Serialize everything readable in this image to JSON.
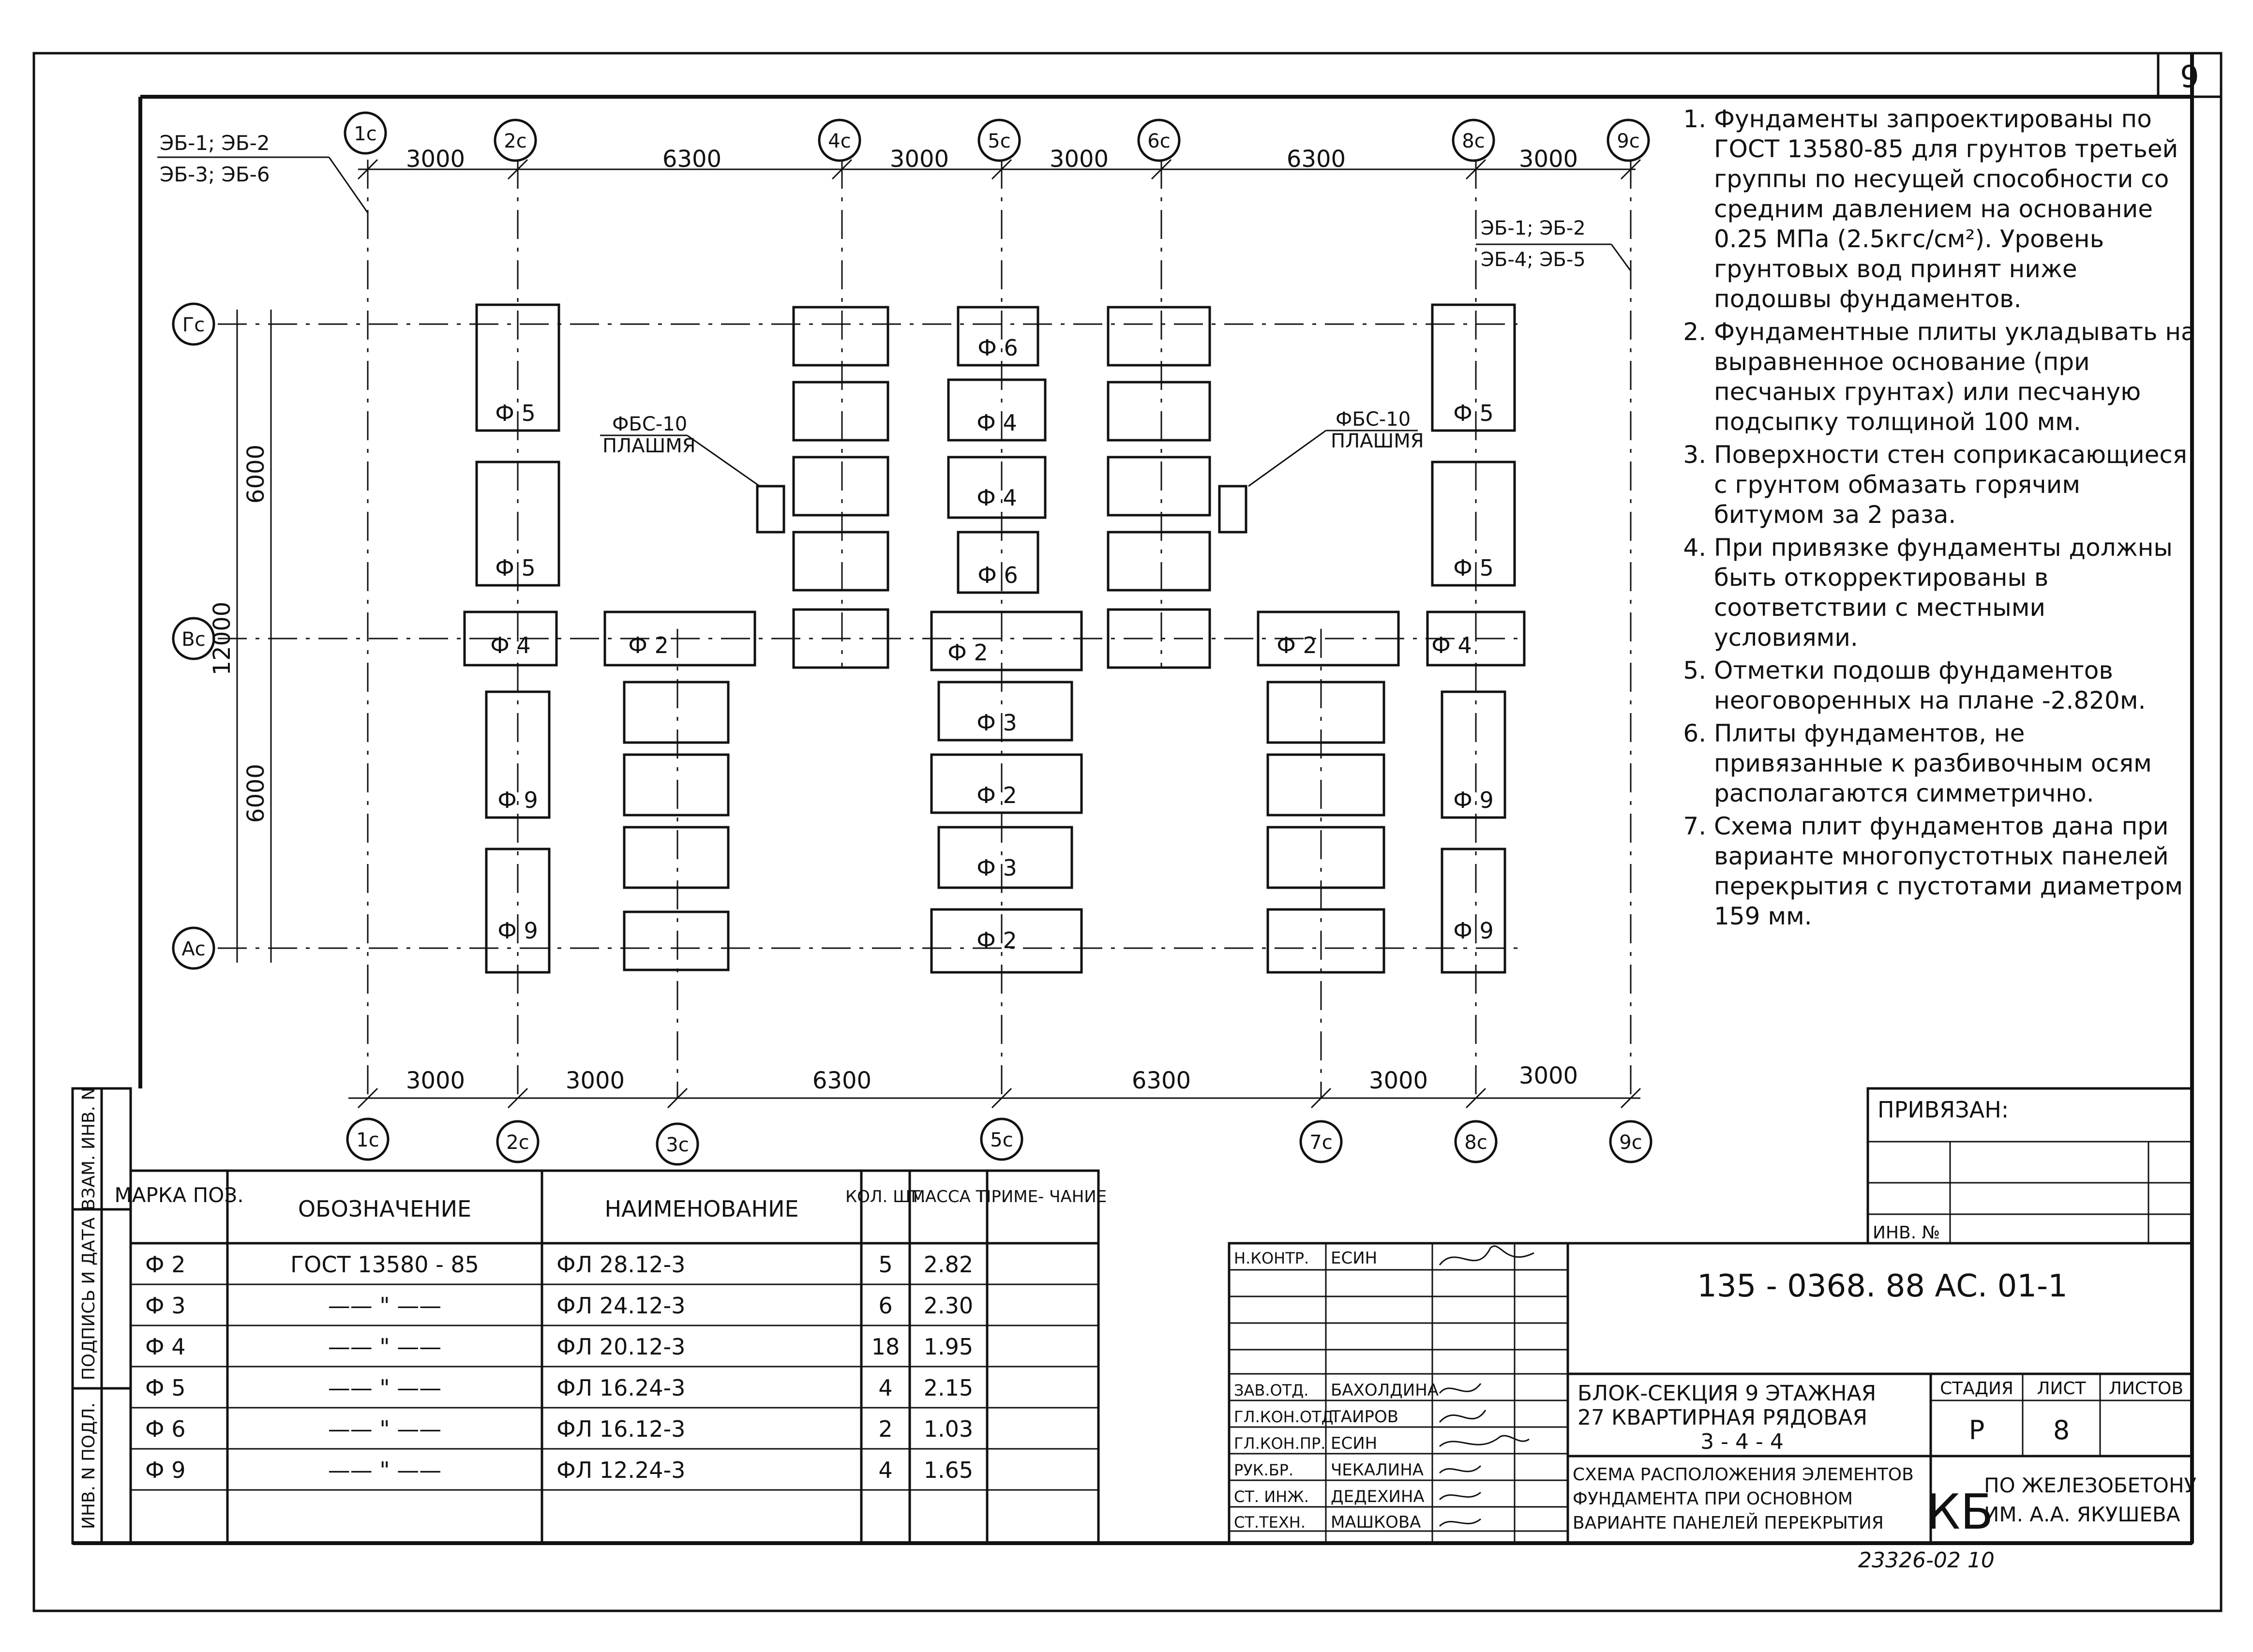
{
  "sheet_number": "9",
  "top_left_label": [
    "ЭБ-1; ЭБ-2",
    "ЭБ-3; ЭБ-6"
  ],
  "top_right_label": [
    "ЭБ-1; ЭБ-2",
    "ЭБ-4; ЭБ-5"
  ],
  "axes_top": [
    "1c",
    "2c",
    "4c",
    "5c",
    "6c",
    "8c",
    "9c"
  ],
  "axes_bottom": [
    "1c",
    "2c",
    "3c",
    "5c",
    "7c",
    "8c",
    "9c"
  ],
  "axes_left": [
    "Гc",
    "Вc",
    "Аc"
  ],
  "dims_top": [
    "3000",
    "6300",
    "3000",
    "3000",
    "6300",
    "3000"
  ],
  "dims_bottom": [
    "3000",
    "3000",
    "6300",
    "6300",
    "3000",
    "3000"
  ],
  "dims_left": [
    "12000",
    "6000",
    "6000"
  ],
  "block_labels": [
    "Ф 5",
    "Ф 5",
    "Ф 4",
    "Ф 9",
    "Ф 9",
    "Ф 2",
    "Ф 6",
    "Ф 4",
    "Ф 4",
    "Ф 6",
    "Ф 2",
    "Ф 3",
    "Ф 2",
    "Ф 3",
    "Ф 2",
    "Ф 2",
    "Ф 4",
    "Ф 5",
    "Ф 5",
    "Ф 9",
    "Ф 9"
  ],
  "fbs_label": [
    "ФБС-10",
    "ПЛАШМЯ"
  ],
  "notes": [
    "Фундаменты запроектированы по ГОСТ 13580-85 для грунтов третьей группы по несущей способности со средним давлением на основание 0.25 МПа (2.5кгс/см²). Уровень грунтовых вод принят ниже подошвы фундаментов.",
    "Фундаментные плиты укладывать на выравненное основание (при песчаных грунтах) или песчаную подсыпку толщиной 100 мм.",
    "Поверхности стен соприкасающиеся с грунтом обмазать горячим битумом за 2 раза.",
    "При привязке фундаменты должны быть откорректированы в соответствии с местными условиями.",
    "Отметки подошв фундаментов неоговоренных на плане -2.820м.",
    "Плиты фундаментов, не привязанные к разбивочным осям располагаются симметрично.",
    "Схема плит фундаментов дана при варианте многопустотных панелей перекрытия с пустотами диаметром 159 мм."
  ],
  "spec": {
    "headers": [
      "МАРКА ПОЗ.",
      "ОБОЗНАЧЕНИЕ",
      "НАИМЕНОВАНИЕ",
      "КОЛ. ШТ.",
      "МАССА Т",
      "ПРИМЕ- ЧАНИЕ"
    ],
    "rows": [
      [
        "Ф 2",
        "ГОСТ 13580 - 85",
        "ФЛ 28.12-3",
        "5",
        "2.82",
        ""
      ],
      [
        "Ф 3",
        "—— \" ——",
        "ФЛ 24.12-3",
        "6",
        "2.30",
        ""
      ],
      [
        "Ф 4",
        "—— \" ——",
        "ФЛ 20.12-3",
        "18",
        "1.95",
        ""
      ],
      [
        "Ф 5",
        "—— \" ——",
        "ФЛ 16.24-3",
        "4",
        "2.15",
        ""
      ],
      [
        "Ф 6",
        "—— \" ——",
        "ФЛ 16.12-3",
        "2",
        "1.03",
        ""
      ],
      [
        "Ф 9",
        "—— \" ——",
        "ФЛ 12.24-3",
        "4",
        "1.65",
        ""
      ]
    ]
  },
  "side_stamp": [
    "ИНВ. N ПОДЛ.",
    "ПОДПИСЬ И ДАТА",
    "ВЗАМ. ИНВ. N"
  ],
  "privyazan": {
    "label": "ПРИВЯЗАН:",
    "inv": "ИНВ. №"
  },
  "title_block": {
    "code": "135 - 0368. 88     АС. 01-1",
    "signers": [
      {
        "role": "Н.КОНТР.",
        "name": "ЕСИН"
      },
      {
        "role": "ЗАВ.ОТД.",
        "name": "БАХОЛДИНА"
      },
      {
        "role": "ГЛ.КОН.ОТД",
        "name": "ТАИРОВ"
      },
      {
        "role": "ГЛ.КОН.ПР.",
        "name": "ЕСИН"
      },
      {
        "role": "РУК.БР.",
        "name": "ЧЕКАЛИНА"
      },
      {
        "role": "СТ. ИНЖ.",
        "name": "ДЕДЕХИНА"
      },
      {
        "role": "СТ.ТЕХН.",
        "name": "МАШКОВА"
      }
    ],
    "project_title": [
      "БЛОК-СЕКЦИЯ 9 ЭТАЖНАЯ",
      "27 КВАРТИРНАЯ РЯДОВАЯ",
      "3 - 4 - 4"
    ],
    "drawing_title": [
      "СХЕМА РАСПОЛОЖЕНИЯ ЭЛЕМЕНТОВ",
      "ФУНДАМЕНТА ПРИ ОСНОВНОМ",
      "ВАРИАНТЕ ПАНЕЛЕЙ ПЕРЕКРЫТИЯ"
    ],
    "stage_header": "СТАДИЯ",
    "sheet_header": "ЛИСТ",
    "sheets_header": "ЛИСТОВ",
    "stage": "Р",
    "sheet": "8",
    "org_logo": "КБ",
    "org": [
      "ПО ЖЕЛЕЗОБЕТОНУ",
      "ИМ. А.А. ЯКУШЕВА"
    ]
  },
  "bottom_number": "23326-02  10"
}
